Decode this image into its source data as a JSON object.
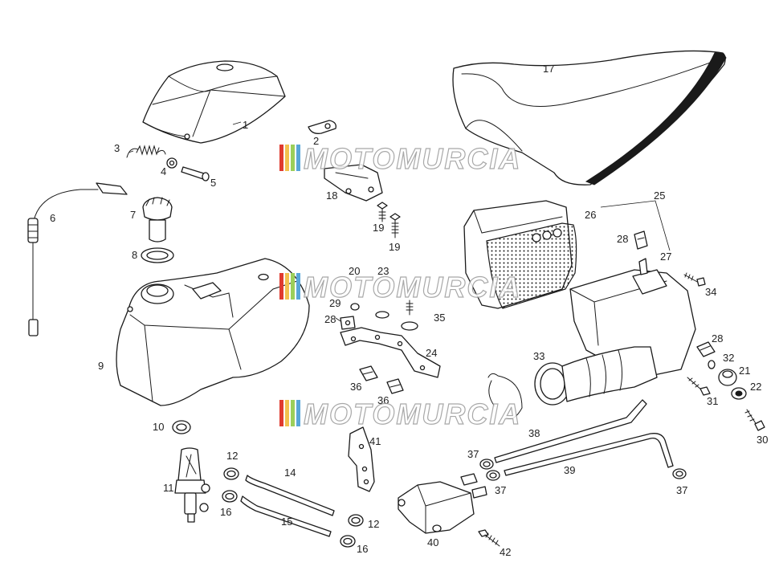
{
  "diagram": {
    "labels": [
      "1",
      "2",
      "3",
      "4",
      "5",
      "6",
      "7",
      "8",
      "9",
      "10",
      "11",
      "12",
      "12",
      "14",
      "15",
      "16",
      "16",
      "17",
      "18",
      "19",
      "19",
      "20",
      "21",
      "22",
      "23",
      "24",
      "25",
      "26",
      "27",
      "28",
      "28",
      "28",
      "29",
      "30",
      "31",
      "32",
      "33",
      "34",
      "35",
      "36",
      "36",
      "37",
      "37",
      "37",
      "38",
      "39",
      "40",
      "41",
      "42"
    ],
    "watermark": {
      "text": "MOTOMURCIA",
      "stripe_colors": [
        "#e03b2f",
        "#f2c14e",
        "#9ccf5a",
        "#58a6d8"
      ]
    },
    "colors": {
      "line": "#1a1a1a",
      "background": "#ffffff"
    }
  }
}
